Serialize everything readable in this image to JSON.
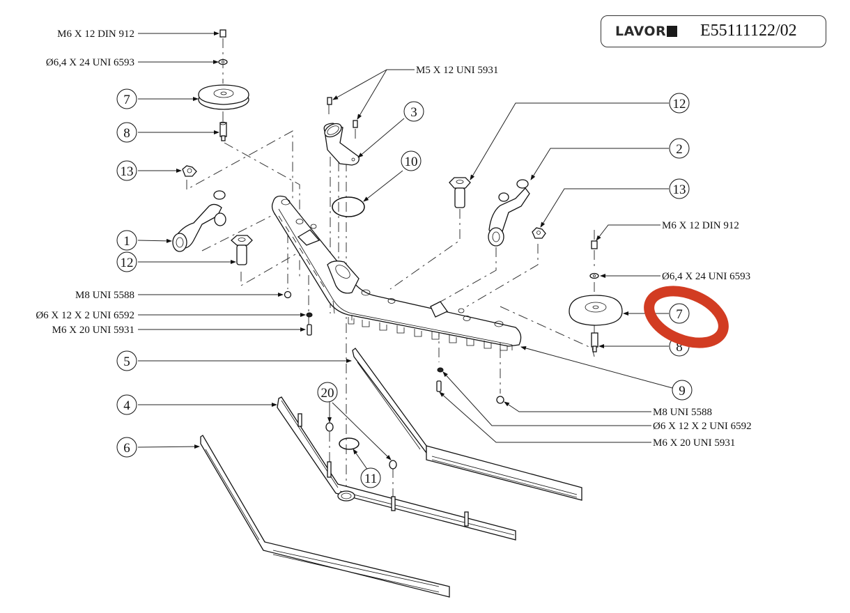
{
  "header": {
    "brand": "LAVOR",
    "drawing_code": "E55111122/02"
  },
  "labels": {
    "top_left_screw": "M6 X 12 DIN 912",
    "top_left_washer": "Ø6,4 X 24 UNI 6593",
    "top_screws": "M5 X 12 UNI 5931",
    "left_nut": "M8 UNI 5588",
    "left_washer": "Ø6 X 12 X 2 UNI 6592",
    "left_screw": "M6 X 20 UNI 5931",
    "right_screw": "M6 X 12 DIN 912",
    "right_washer": "Ø6,4 X 24 UNI 6593",
    "right_nut": "M8 UNI 5588",
    "right_bottom_washer": "Ø6 X 12 X 2 UNI 6592",
    "right_bottom_screw": "M6 X 20 UNI 5931"
  },
  "balloons": {
    "b7_left": "7",
    "b8_left": "8",
    "b13_left": "13",
    "b1": "1",
    "b12_left": "12",
    "b3": "3",
    "b10": "10",
    "b12_right": "12",
    "b2": "2",
    "b13_right": "13",
    "b7_right": "7",
    "b8_right": "8",
    "b9": "9",
    "b5": "5",
    "b4": "4",
    "b6": "6",
    "b20": "20",
    "b11": "11"
  },
  "highlight": {
    "target": "7",
    "color": "#d23c22"
  }
}
